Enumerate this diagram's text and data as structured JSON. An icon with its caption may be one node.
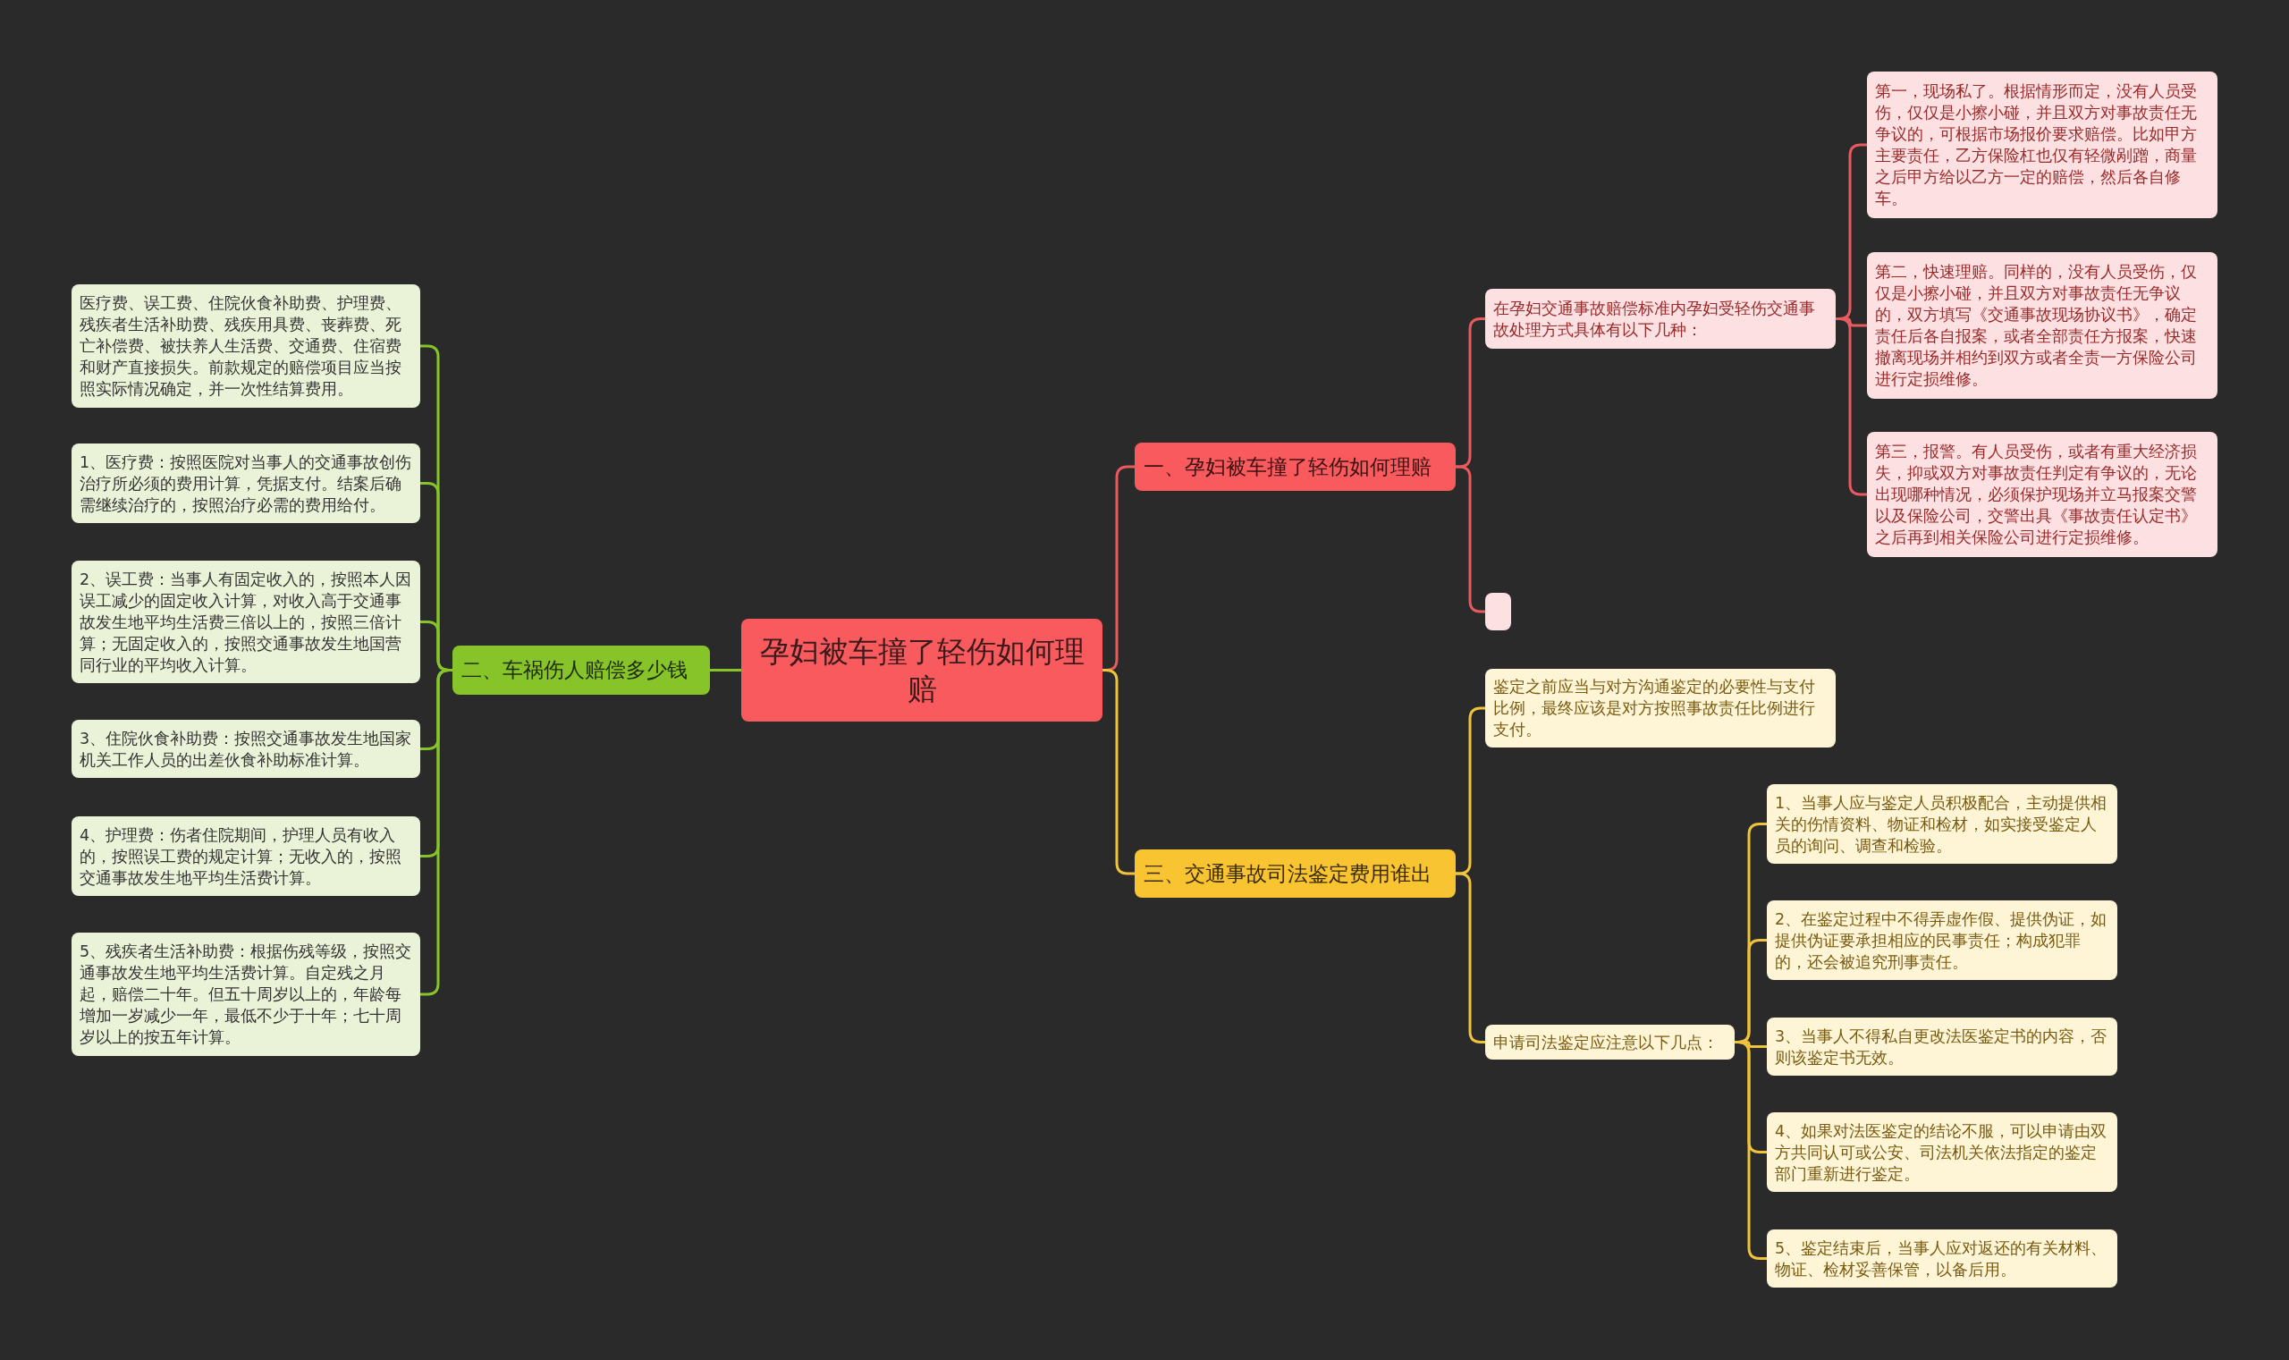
{
  "diagram": {
    "nodes": [
      {
        "text": [
          "孕妇被车撞了轻伤如何理赔"
        ]
      },
      {
        "text": [
          "一、孕妇被车撞了轻伤如何理赔"
        ]
      },
      {
        "text": [
          "在孕妇交通事故赔偿标准内孕妇受轻伤交通事故处理方式具体有以下几种："
        ]
      },
      {
        "text": [
          "第一，现场私了。根据情形而定，没有人员受伤，仅仅是小擦小碰，并且双方对事故责任无争议的，可根据市场报价要求赔偿。比如甲方主要责任，乙方保险杠也仅有轻微剐蹭，商量之后甲方给以乙方一定的赔偿，然后各自修车。"
        ]
      },
      {
        "text": [
          "第二，快速理赔。同样的，没有人员受伤，仅仅是小擦小碰，并且双方对事故责任无争议的，双方填写《交通事故现场协议书》，确定责任后各自报案，或者全部责任方报案，快速撤离现场并相约到双方或者全责一方保险公司进行定损维修。"
        ]
      },
      {
        "text": [
          "第三，报警。有人员受伤，或者有重大经济损失，抑或双方对事故责任判定有争议的，无论出现哪种情况，必须保护现场并立马报案交警以及保险公司，交警出具《事故责任认定书》之后再到相关保险公司进行定损维修。"
        ]
      },
      {
        "text": [],
        "shape": "box"
      },
      {
        "text": [
          "二、车祸伤人赔偿多少钱"
        ]
      },
      {
        "text": [
          "医疗费、误工费、住院伙食补助费、护理费、残疾者生活补助费、残疾用具费、丧葬费、死亡补偿费、被扶养人生活费、交通费、住宿费和财产直接损失。前款规定的赔偿项目应当按照实际情况确定，并一次性结算费用。"
        ]
      },
      {
        "text": [
          "1、医疗费：按照医院对当事人的交通事故创伤治疗所必须的费用计算，凭据支付。结案后确需继续治疗的，按照治疗必需的费用给付。"
        ]
      },
      {
        "text": [
          "2、误工费：当事人有固定收入的，按照本人因误工减少的固定收入计算，对收入高于交通事故发生地平均生活费三倍以上的，按照三倍计算；无固定收入的，按照交通事故发生地国营同行业的平均收入计算。"
        ]
      },
      {
        "text": [
          "3、住院伙食补助费：按照交通事故发生地国家机关工作人员的出差伙食补助标准计算。"
        ]
      },
      {
        "text": [
          "4、护理费：伤者住院期间，护理人员有收入的，按照误工费的规定计算；无收入的，按照交通事故发生地平均生活费计算。"
        ]
      },
      {
        "text": [
          "5、残疾者生活补助费：根据伤残等级，按照交通事故发生地平均生活费计算。自定残之月起，赔偿二十年。但五十周岁以上的，年龄每增加一岁减少一年，最低不少于十年；七十周岁以上的按五年计算。"
        ]
      },
      {
        "text": [
          "三、交通事故司法鉴定费用谁出"
        ]
      },
      {
        "text": [
          "鉴定之前应当与对方沟通鉴定的必要性与支付比例，最终应该是对方按照事故责任比例进行支付。"
        ]
      },
      {
        "text": [
          "申请司法鉴定应注意以下几点："
        ]
      },
      {
        "text": [
          "1、当事人应与鉴定人员积极配合，主动提供相关的伤情资料、物证和检材，如实接受鉴定人员的询问、调查和检验。"
        ]
      },
      {
        "text": [
          "2、在鉴定过程中不得弄虚作假、提供伪证，如提供伪证要承担相应的民事责任；构成犯罪的，还会被追究刑事责任。"
        ]
      },
      {
        "text": [
          "3、当事人不得私自更改法医鉴定书的内容，否则该鉴定书无效。"
        ]
      },
      {
        "text": [
          "4、如果对法医鉴定的结论不服，可以申请由双方共同认可或公安、司法机关依法指定的鉴定部门重新进行鉴定。"
        ]
      },
      {
        "text": [
          "5、鉴定结束后，当事人应对返还的有关材料、物证、检材妥善保管，以备后用。"
        ]
      }
    ],
    "edges": [
      {
        "from": 0,
        "to": 1,
        "arrow": "none",
        "color": "#e85a5e"
      },
      {
        "from": 1,
        "to": 2,
        "arrow": "none",
        "color": "#e85a5e"
      },
      {
        "from": 2,
        "to": 3,
        "arrow": "none",
        "color": "#e85a5e"
      },
      {
        "from": 2,
        "to": 4,
        "arrow": "none",
        "color": "#e85a5e"
      },
      {
        "from": 2,
        "to": 5,
        "arrow": "none",
        "color": "#e85a5e"
      },
      {
        "from": 1,
        "to": 6,
        "arrow": "none",
        "color": "#e85a5e"
      },
      {
        "from": 0,
        "to": 7,
        "arrow": "none",
        "color": "#86c42a"
      },
      {
        "from": 7,
        "to": 8,
        "arrow": "none",
        "color": "#86c42a"
      },
      {
        "from": 7,
        "to": 9,
        "arrow": "none",
        "color": "#86c42a"
      },
      {
        "from": 7,
        "to": 10,
        "arrow": "none",
        "color": "#86c42a"
      },
      {
        "from": 7,
        "to": 11,
        "arrow": "none",
        "color": "#86c42a"
      },
      {
        "from": 7,
        "to": 12,
        "arrow": "none",
        "color": "#86c42a"
      },
      {
        "from": 7,
        "to": 13,
        "arrow": "none",
        "color": "#86c42a"
      },
      {
        "from": 0,
        "to": 14,
        "arrow": "none"
      },
      {
        "from": 14,
        "to": 15,
        "arrow": "none"
      },
      {
        "from": 14,
        "to": 16,
        "arrow": "none"
      },
      {
        "from": 16,
        "to": 17,
        "arrow": "none"
      },
      {
        "from": 16,
        "to": 18,
        "arrow": "none"
      },
      {
        "from": 16,
        "to": 19,
        "arrow": "none"
      },
      {
        "from": 16,
        "to": 20,
        "arrow": "none"
      },
      {
        "from": 16,
        "to": 21,
        "arrow": "none"
      }
    ]
  }
}
